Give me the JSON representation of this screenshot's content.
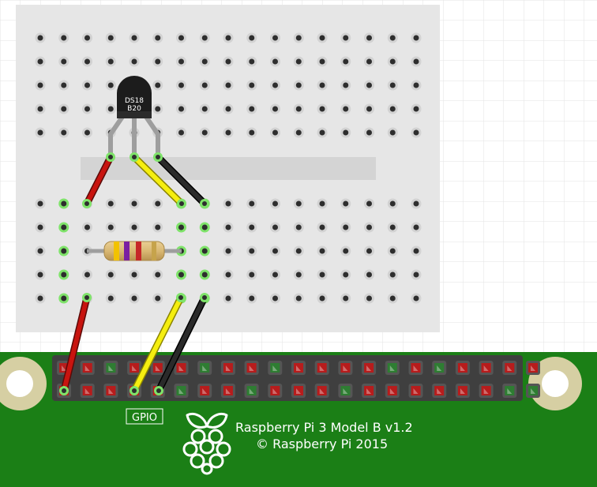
{
  "sensor": {
    "label_line1": "DS18",
    "label_line2": "B20"
  },
  "gpio_label": "GPIO",
  "board": {
    "name": "Raspberry Pi 3 Model B v1.2",
    "copyright": "© Raspberry Pi 2015"
  },
  "colors": {
    "wire_power": "#c8140f",
    "wire_data": "#f5ee10",
    "wire_ground": "#1a1a1a",
    "pcb": "#1b7f16",
    "breadboard": "#e6e6e6",
    "pin_power": "#b71c1c",
    "pin_ground": "#2e7d32",
    "connected_hole": "#7fe36a",
    "mount_hole_ring": "#d6cfa3"
  },
  "resistor": {
    "bands": [
      "#f2c200",
      "#7a1fa2",
      "#c62828",
      "#c6a34b"
    ]
  },
  "gpio_header": {
    "top_row_types": [
      "p",
      "p",
      "g",
      "p",
      "p",
      "p",
      "g",
      "p",
      "p",
      "g",
      "p",
      "p",
      "p",
      "p",
      "g",
      "p",
      "g",
      "p",
      "p",
      "p",
      "p"
    ],
    "bottom_row_types": [
      "p",
      "p",
      "p",
      "p",
      "p",
      "g",
      "p",
      "p",
      "g",
      "p",
      "p",
      "p",
      "g",
      "p",
      "p",
      "p",
      "p",
      "p",
      "p",
      "g",
      "g"
    ]
  }
}
